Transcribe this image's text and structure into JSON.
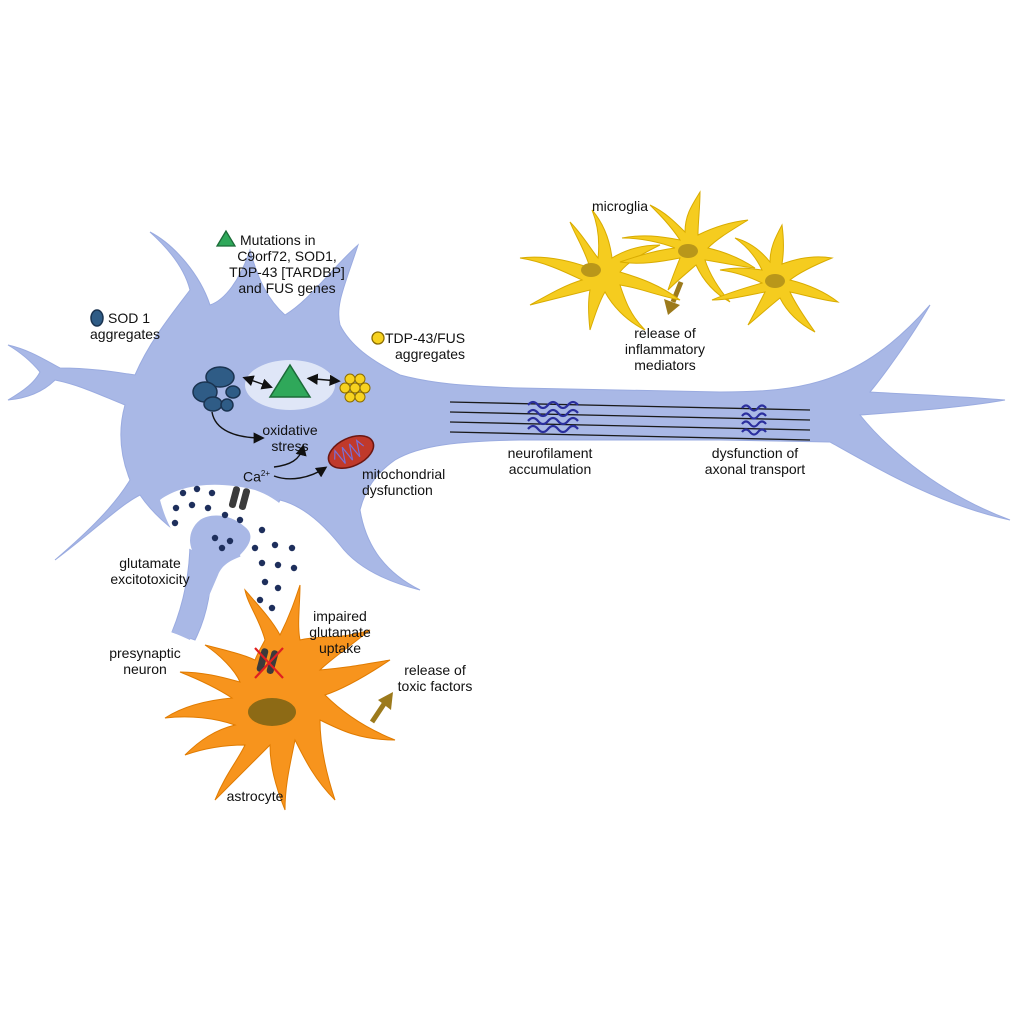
{
  "colors": {
    "neuron": "#a9b8e6",
    "neuron_stroke": "#8b9fd9",
    "microglia": "#f5cc1f",
    "microglia_nucleus": "#b9971a",
    "astrocyte": "#f7941d",
    "astrocyte_nucleus": "#8d6a15",
    "sod1": "#2f5c86",
    "triangle": "#2fa85a",
    "tdp43": "#f7d21f",
    "glutamate": "#1e2f5c",
    "mitochondria": "#c0392b",
    "neurofilament": "#2b2f9e",
    "brown_arrow": "#9c7a1c"
  },
  "icons": [
    "triangle-mutation-icon",
    "sod1-aggregate-icon",
    "tdp43-aggregate-icon",
    "calcium-channel-icon",
    "mitochondrion-icon",
    "neurofilament-icon"
  ],
  "labels": {
    "mutations": [
      "Mutations in",
      "C9orf72, SOD1,",
      "TDP-43 [TARDBP]",
      "and FUS genes"
    ],
    "sod1": [
      "SOD 1",
      "aggregates"
    ],
    "tdp43": [
      "TDP-43/FUS",
      "aggregates"
    ],
    "oxidative": [
      "oxidative",
      "stress"
    ],
    "calcium": "Ca",
    "calcium_sup": "2+",
    "mitochondrial": [
      "mitochondrial",
      "dysfunction"
    ],
    "neurofilament": [
      "neurofilament",
      "accumulation"
    ],
    "axonal": [
      "dysfunction of",
      "axonal transport"
    ],
    "microglia": "microglia",
    "inflammatory": [
      "release of",
      "inflammatory",
      "mediators"
    ],
    "glutamate": [
      "glutamate",
      "excitotoxicity"
    ],
    "presynaptic": [
      "presynaptic",
      "neuron"
    ],
    "impaired": [
      "impaired",
      "glutamate",
      "uptake"
    ],
    "toxic": [
      "release of",
      "toxic factors"
    ],
    "astrocyte": "astrocyte"
  }
}
